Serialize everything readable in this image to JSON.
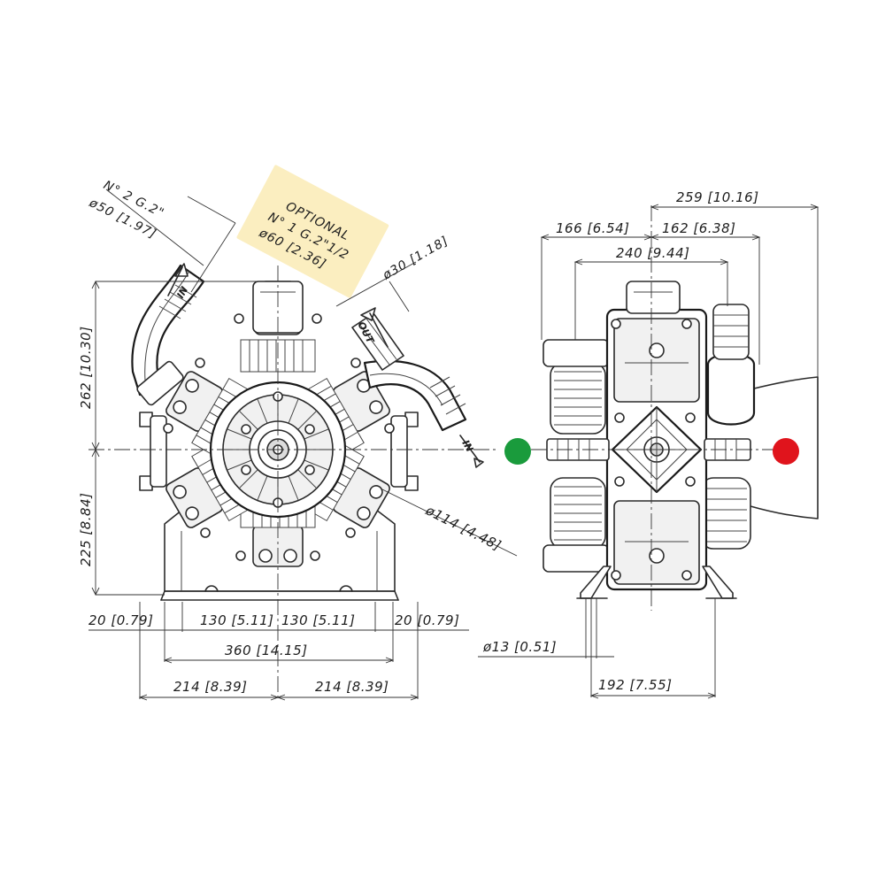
{
  "colors": {
    "optional_note_bg": "#fbeec0",
    "suction_dot": "#1a9b3c",
    "delivery_dot": "#e0141c"
  },
  "labels": {
    "inlet_spec_line1": "N° 2 G.2\"",
    "inlet_spec_line2": "ø50 [1.97]",
    "optional_title": "OPTIONAL",
    "optional_line1": "N° 1 G.2\"1/2",
    "optional_line2": "ø60 [2.36]",
    "outlet_diameter": "ø30 [1.18]",
    "out_arrow": "OUT",
    "in_arrow_top": "IN",
    "in_arrow_right": "IN"
  },
  "front_view": {
    "height_upper": "262 [10.30]",
    "height_lower": "225 [8.84]",
    "hub_diameter": "ø114 [4.48]",
    "foot_left_margin": "20 [0.79]",
    "foot_left_span": "130 [5.11]",
    "foot_right_span": "130 [5.11]",
    "foot_right_margin": "20 [0.79]",
    "base_width": "360 [14.15]",
    "half_width_left": "214 [8.39]",
    "half_width_right": "214 [8.39]"
  },
  "side_view": {
    "overall_depth": "259 [10.16]",
    "left_offset": "166 [6.54]",
    "right_offset": "162 [6.38]",
    "head_width": "240 [9.44]",
    "mount_hole": "ø13 [0.51]",
    "foot_spacing": "192 [7.55]"
  }
}
